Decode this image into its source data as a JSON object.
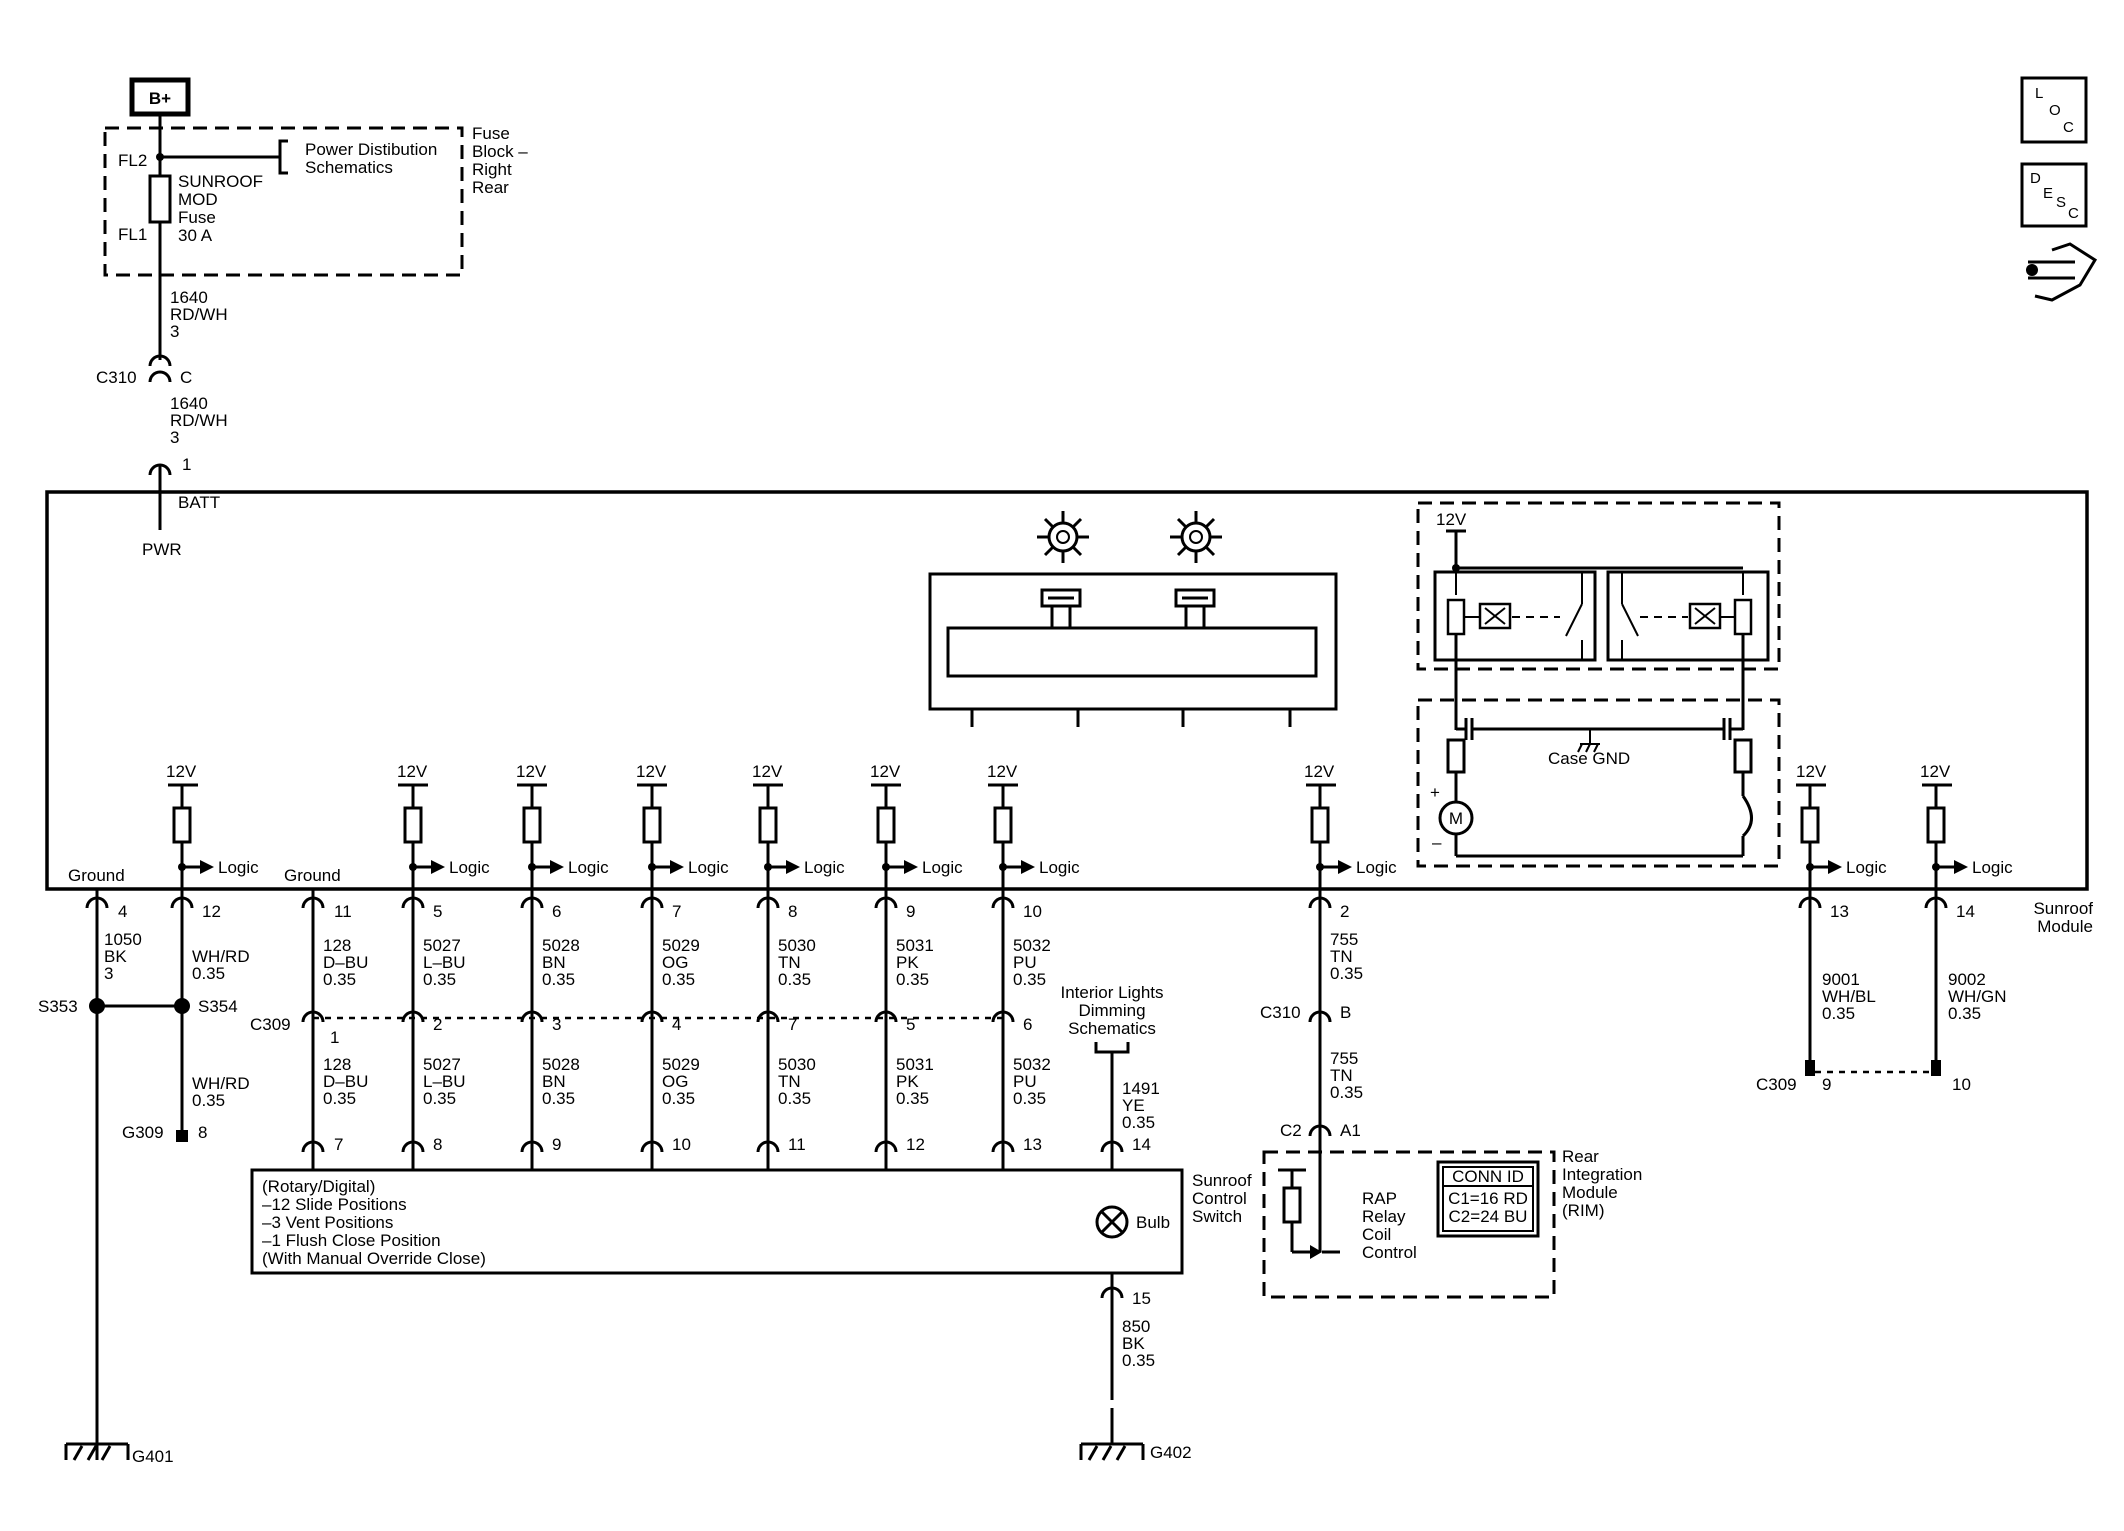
{
  "battery": "B+",
  "fuse_block": {
    "label_lines": [
      "Fuse",
      "Block –",
      "Right",
      "Rear"
    ],
    "fl2": "FL2",
    "fl1": "FL1",
    "fuse_lines": [
      "SUNROOF",
      "MOD",
      "Fuse",
      "30 A"
    ],
    "pds_lines": [
      "Power Distibution",
      "Schematics"
    ]
  },
  "top_wire_1": [
    "1640",
    "RD/WH",
    "3"
  ],
  "c310_top": {
    "name": "C310",
    "pin": "C"
  },
  "top_wire_2": [
    "1640",
    "RD/WH",
    "3"
  ],
  "batt_pin": "1",
  "batt_label": "BATT",
  "pwr_label": "PWR",
  "side_icons": {
    "loc": [
      "L",
      "O",
      "C"
    ],
    "desc": [
      "D",
      "E",
      "S",
      "C"
    ]
  },
  "module": {
    "name_lines": [
      "Sunroof",
      "Module"
    ],
    "ground_label": "Ground",
    "logic_label": "Logic",
    "v12": "12V",
    "case_gnd": "Case GND",
    "motor": "M",
    "plus": "+",
    "minus": "–"
  },
  "ground_pin": {
    "pin": "4",
    "wire": [
      "1050",
      "BK",
      "3"
    ]
  },
  "ground_pin2": {
    "pin": "11",
    "wire": [
      "128",
      "D–BU",
      "0.35"
    ],
    "lower": [
      "128",
      "D–BU",
      "0.35"
    ],
    "c309": "1",
    "switch": "7"
  },
  "pin12": {
    "pin": "12",
    "wire": [
      "WH/RD",
      "0.35"
    ],
    "lower": [
      "WH/RD",
      "0.35"
    ]
  },
  "splices": {
    "s353": "S353",
    "s354": "S354"
  },
  "g309": {
    "name": "G309",
    "pin": "8"
  },
  "g401": "G401",
  "g402": "G402",
  "logic_circuits": [
    {
      "pin": "5",
      "wire": [
        "5027",
        "L–BU",
        "0.35"
      ],
      "c309": "2",
      "lower": [
        "5027",
        "L–BU",
        "0.35"
      ],
      "switch": "8"
    },
    {
      "pin": "6",
      "wire": [
        "5028",
        "BN",
        "0.35"
      ],
      "c309": "3",
      "lower": [
        "5028",
        "BN",
        "0.35"
      ],
      "switch": "9"
    },
    {
      "pin": "7",
      "wire": [
        "5029",
        "OG",
        "0.35"
      ],
      "c309": "4",
      "lower": [
        "5029",
        "OG",
        "0.35"
      ],
      "switch": "10"
    },
    {
      "pin": "8",
      "wire": [
        "5030",
        "TN",
        "0.35"
      ],
      "c309": "7",
      "lower": [
        "5030",
        "TN",
        "0.35"
      ],
      "switch": "11"
    },
    {
      "pin": "9",
      "wire": [
        "5031",
        "PK",
        "0.35"
      ],
      "c309": "5",
      "lower": [
        "5031",
        "PK",
        "0.35"
      ],
      "switch": "12"
    },
    {
      "pin": "10",
      "wire": [
        "5032",
        "PU",
        "0.35"
      ],
      "c309": "6",
      "lower": [
        "5032",
        "PU",
        "0.35"
      ],
      "switch": "13"
    }
  ],
  "c309_label": "C309",
  "interior_lights": [
    "Interior Lights",
    "Dimming",
    "Schematics"
  ],
  "wire_1491": [
    "1491",
    "YE",
    "0.35"
  ],
  "switch_pin14": "14",
  "switch_pin15": "15",
  "bulb": "Bulb",
  "switch_text": [
    "(Rotary/Digital)",
    "–12 Slide Positions",
    "–3 Vent Positions",
    "–1 Flush Close Position",
    "(With Manual Override Close)"
  ],
  "switch_name": [
    "Sunroof",
    "Control",
    "Switch"
  ],
  "wire_850": [
    "850",
    "BK",
    "0.35"
  ],
  "pin2": {
    "pin": "2",
    "wire": [
      "755",
      "TN",
      "0.35"
    ]
  },
  "c310_mid": {
    "name": "C310",
    "pin": "B"
  },
  "wire_755b": [
    "755",
    "TN",
    "0.35"
  ],
  "c2": {
    "name": "C2",
    "pin": "A1"
  },
  "rim": {
    "relay_lines": [
      "RAP",
      "Relay",
      "Coil",
      "Control"
    ],
    "conn": [
      "CONN ID",
      "C1=16 RD",
      "C2=24 BU"
    ],
    "name_lines": [
      "Rear",
      "Integration",
      "Module",
      "(RIM)"
    ]
  },
  "pin13": {
    "pin": "13",
    "wire": [
      "9001",
      "WH/BL",
      "0.35"
    ],
    "c309": "9"
  },
  "pin14": {
    "pin": "14",
    "wire": [
      "9002",
      "WH/GN",
      "0.35"
    ],
    "c309": "10"
  },
  "c309_right": "C309"
}
